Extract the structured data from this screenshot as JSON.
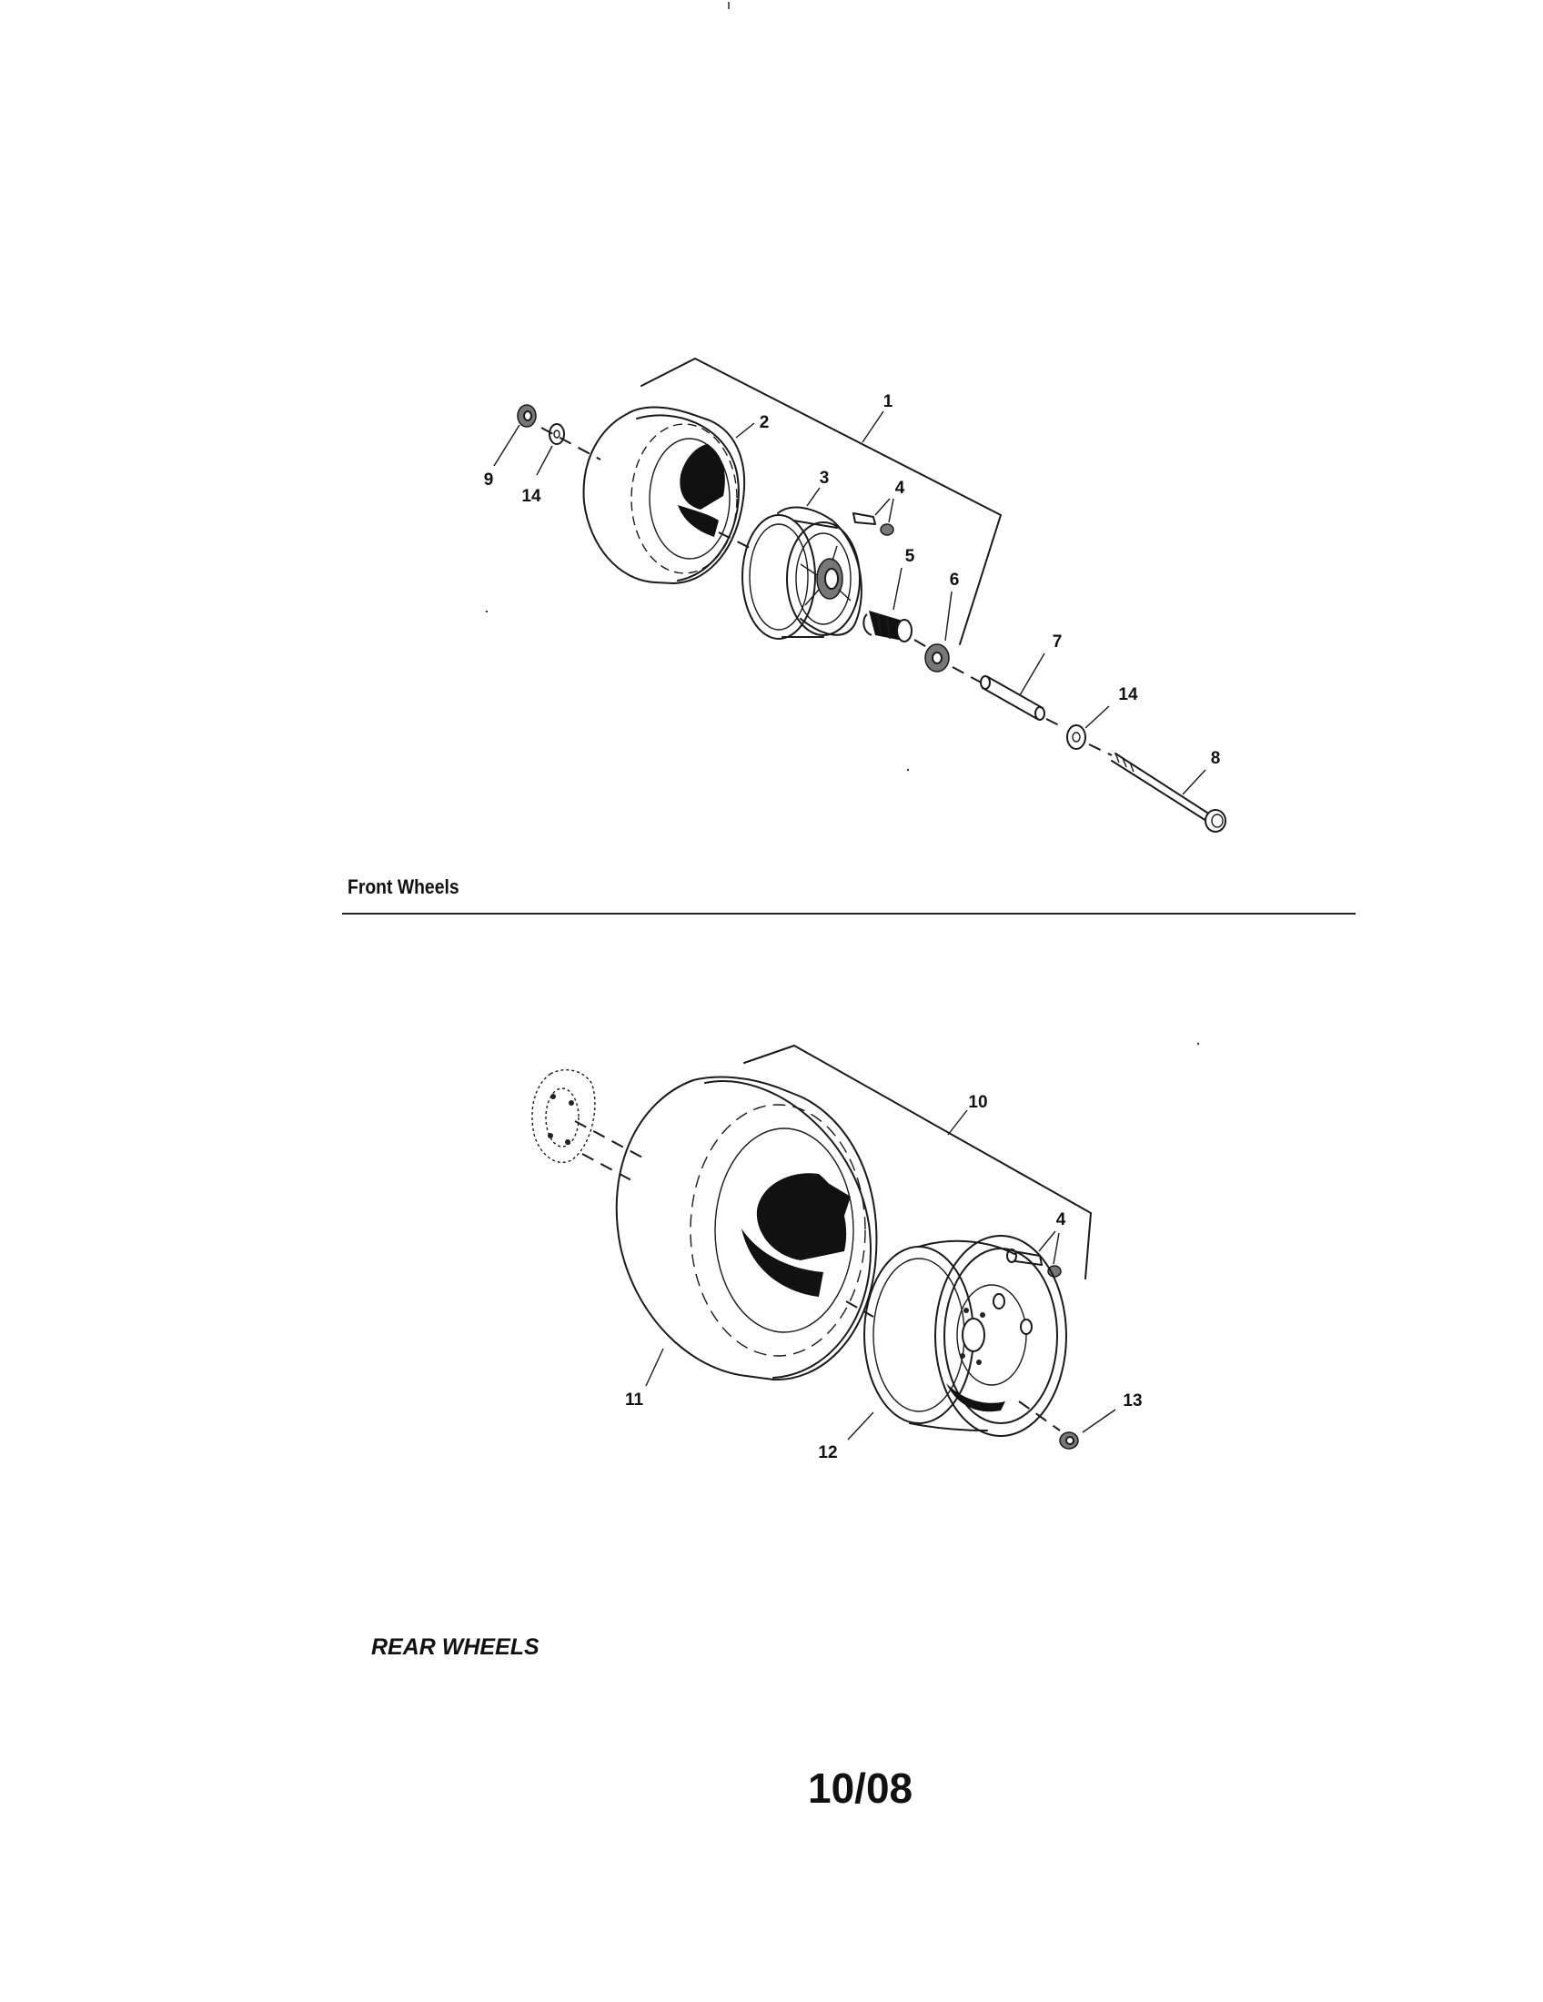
{
  "sections": {
    "front": {
      "label": "Front Wheels"
    },
    "rear": {
      "label": "REAR WHEELS"
    }
  },
  "page_code": "10/08",
  "callouts": {
    "front": {
      "c1": "1",
      "c2": "2",
      "c3": "3",
      "c4": "4",
      "c5": "5",
      "c6": "6",
      "c7": "7",
      "c8": "8",
      "c9": "9",
      "c14a": "14",
      "c14b": "14"
    },
    "rear": {
      "c10": "10",
      "c4": "4",
      "c11": "11",
      "c12": "12",
      "c13": "13"
    }
  }
}
